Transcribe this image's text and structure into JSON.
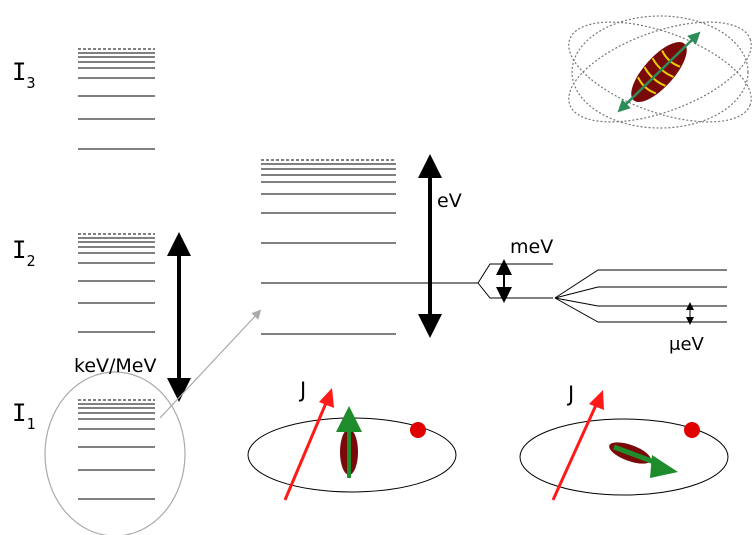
{
  "level_labels": {
    "i1": {
      "main": "I",
      "sub": "1"
    },
    "i2": {
      "main": "I",
      "sub": "2"
    },
    "i3": {
      "main": "I",
      "sub": "3"
    }
  },
  "energy_labels": {
    "kev": "keV/MeV",
    "ev": "eV",
    "mev": "meV",
    "uev": "μeV"
  },
  "angular_momentum_label": "J",
  "colors": {
    "arrow_red": "#ff1a1a",
    "arrow_green": "#1e8c2a",
    "nucleus_fill": "#7a0a0a",
    "nucleus_stripe": "#e8d000",
    "electron": "#e00000",
    "ellipse_gray": "#9a9a9a"
  }
}
